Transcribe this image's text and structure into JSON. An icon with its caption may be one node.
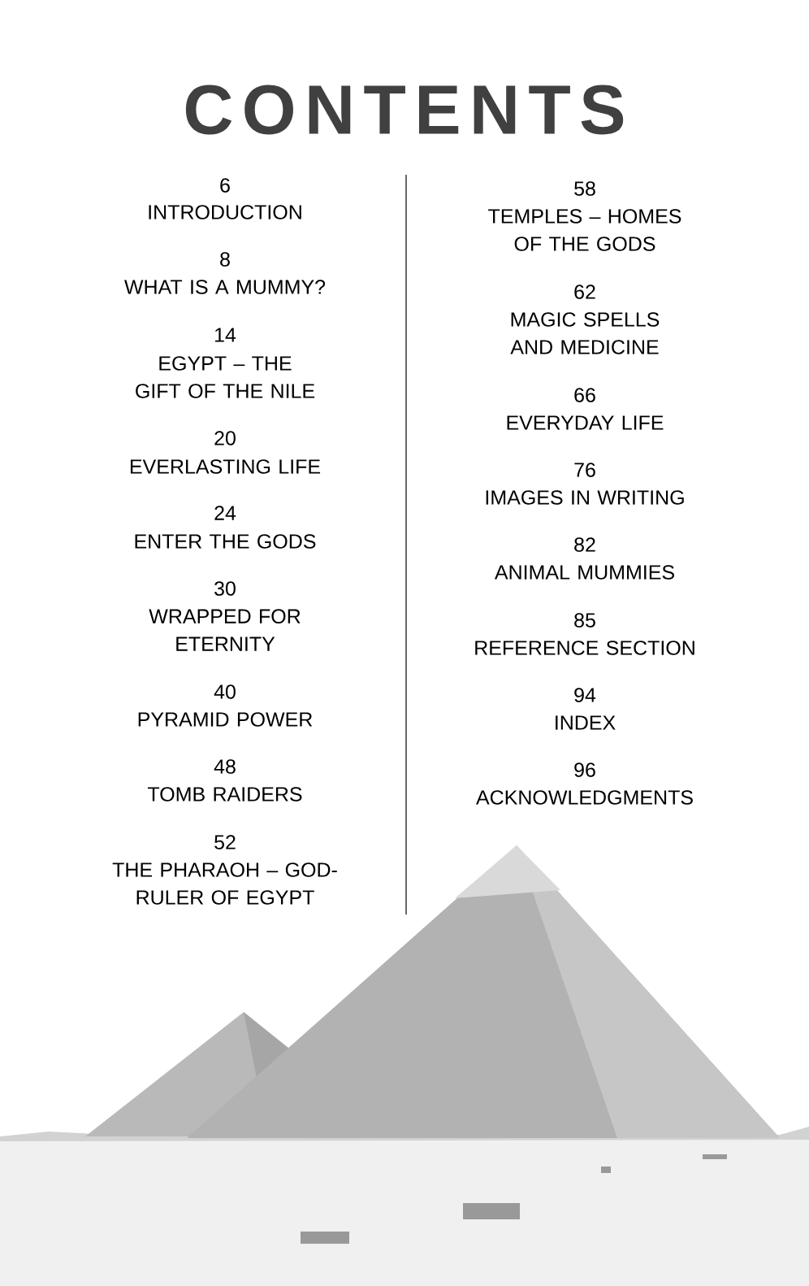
{
  "diagram": {
    "title": "CONTENTS",
    "labels": [
      "6",
      "INTRODUCTION",
      "8",
      "WHAT IS A MUMMY?",
      "14",
      "EGYPT – THE GIFT OF THE NILE",
      "20",
      "EVERLASTING LIFE",
      "24",
      "ENTER THE GODS",
      "30",
      "WRAPPED FOR ETERNITY",
      "40",
      "PYRAMID POWER",
      "48",
      "TOMB RAIDERS",
      "52",
      "THE PHARAOH – GOD-RULER OF EGYPT",
      "58",
      "TEMPLES – HOMES OF THE GODS",
      "62",
      "MAGIC SPELLS AND MEDICINE",
      "66",
      "EVERYDAY LIFE",
      "76",
      "IMAGES IN WRITING",
      "82",
      "ANIMAL MUMMIES",
      "85",
      "REFERENCE SECTION",
      "94",
      "INDEX",
      "96",
      "ACKNOWLEDGMENTS"
    ]
  }
}
